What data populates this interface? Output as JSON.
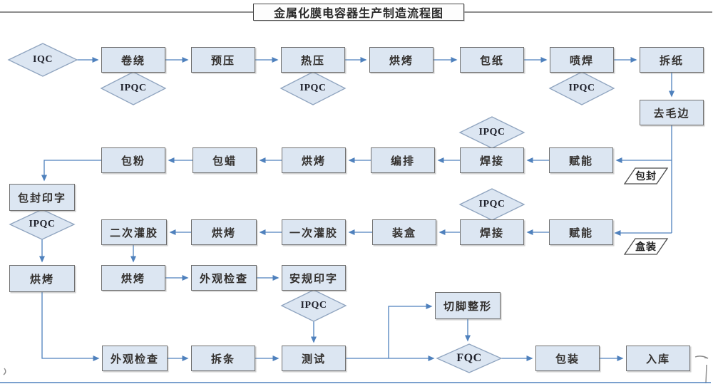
{
  "title": "金属化膜电容器生产制造流程图",
  "qc": {
    "iqc": "IQC",
    "ipqc": "IPQC",
    "fqc": "FQC"
  },
  "labels": {
    "winding": "卷绕",
    "prepress": "预压",
    "hotpress": "热压",
    "baking1": "烘烤",
    "paperwrap": "包纸",
    "sprayweld": "喷焊",
    "paperremove": "拆纸",
    "deburr": "去毛边",
    "energize1": "赋能",
    "weld1": "焊接",
    "arrange": "编排",
    "baking2": "烘烤",
    "wax": "包蜡",
    "powder": "包粉",
    "encapsulation": "包封",
    "encapprint": "包封印字",
    "bakingleft": "烘烤",
    "energize2": "赋能",
    "weld2": "焊接",
    "boxfill": "装盒",
    "firstpot": "一次灌胶",
    "baking3": "烘烤",
    "secondpot": "二次灌胶",
    "boxing": "盒装",
    "baking4": "烘烤",
    "inspect1": "外观检查",
    "safeprint": "安规印字",
    "inspect2": "外观检查",
    "stripsplit": "拆条",
    "test": "测试",
    "cutform": "切脚整形",
    "pack": "包装",
    "store": "入库"
  }
}
